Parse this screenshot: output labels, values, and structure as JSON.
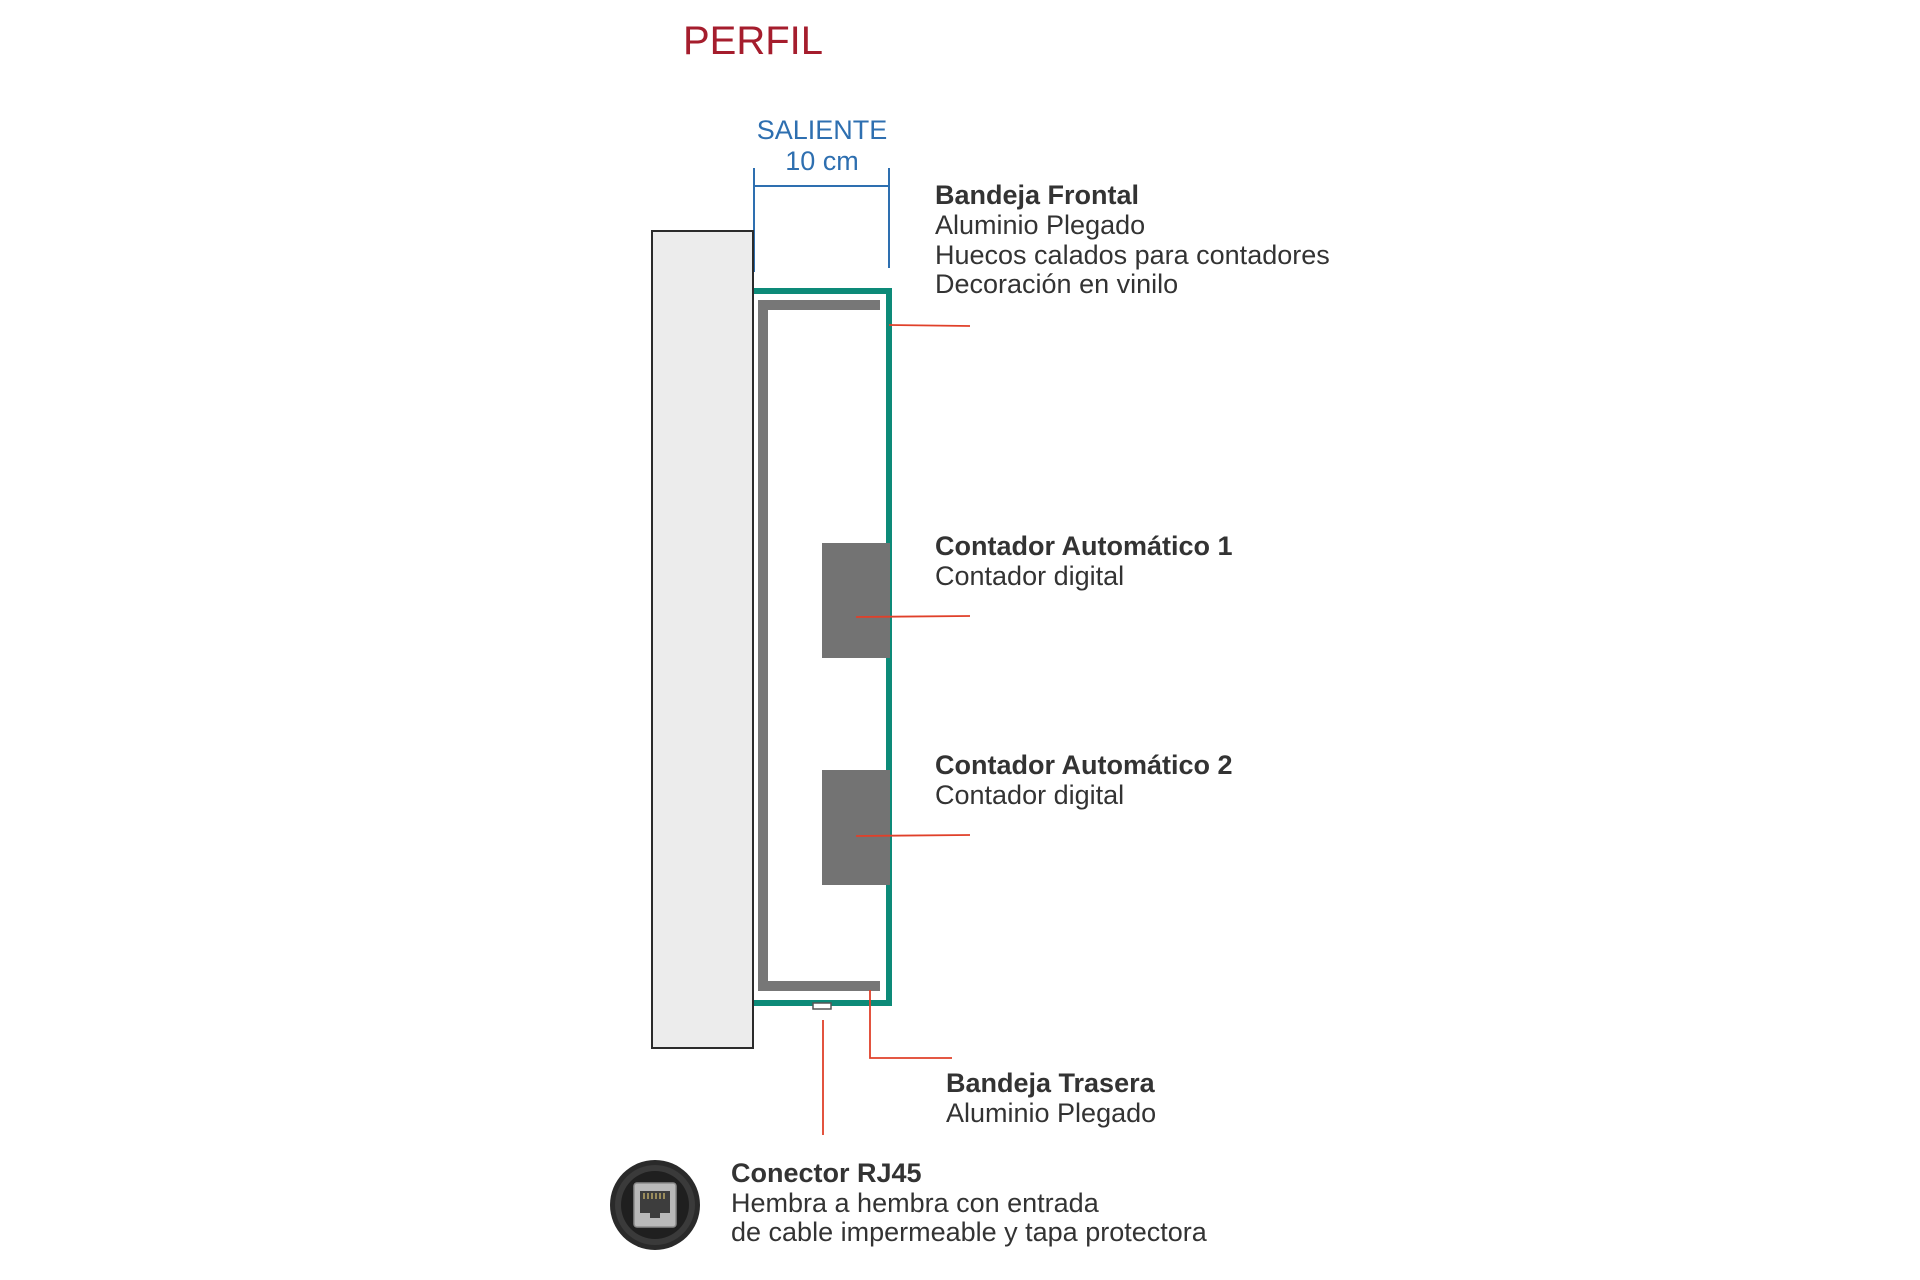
{
  "title": "PERFIL",
  "dimension": {
    "label": "SALIENTE",
    "value": "10 cm"
  },
  "callouts": {
    "bandeja_frontal": {
      "heading": "Bandeja Frontal",
      "lines": [
        "Aluminio Plegado",
        "Huecos calados para contadores",
        "Decoración en vinilo"
      ]
    },
    "contador_1": {
      "heading": "Contador Automático 1",
      "lines": [
        "Contador digital"
      ]
    },
    "contador_2": {
      "heading": "Contador Automático 2",
      "lines": [
        "Contador digital"
      ]
    },
    "bandeja_trasera": {
      "heading": "Bandeja Trasera",
      "lines": [
        "Aluminio Plegado"
      ]
    },
    "conector": {
      "heading": "Conector RJ45",
      "lines": [
        "Hembra a hembra con entrada",
        "de cable impermeable y tapa protectora"
      ]
    }
  },
  "colors": {
    "title": "#a51d2d",
    "dimension": "#2e6fb0",
    "leader": "#e0402a",
    "front_tray": "#0d8a78",
    "rear_tray": "#777777",
    "counter": "#737373",
    "wall": "#ececec",
    "text": "#333333"
  }
}
